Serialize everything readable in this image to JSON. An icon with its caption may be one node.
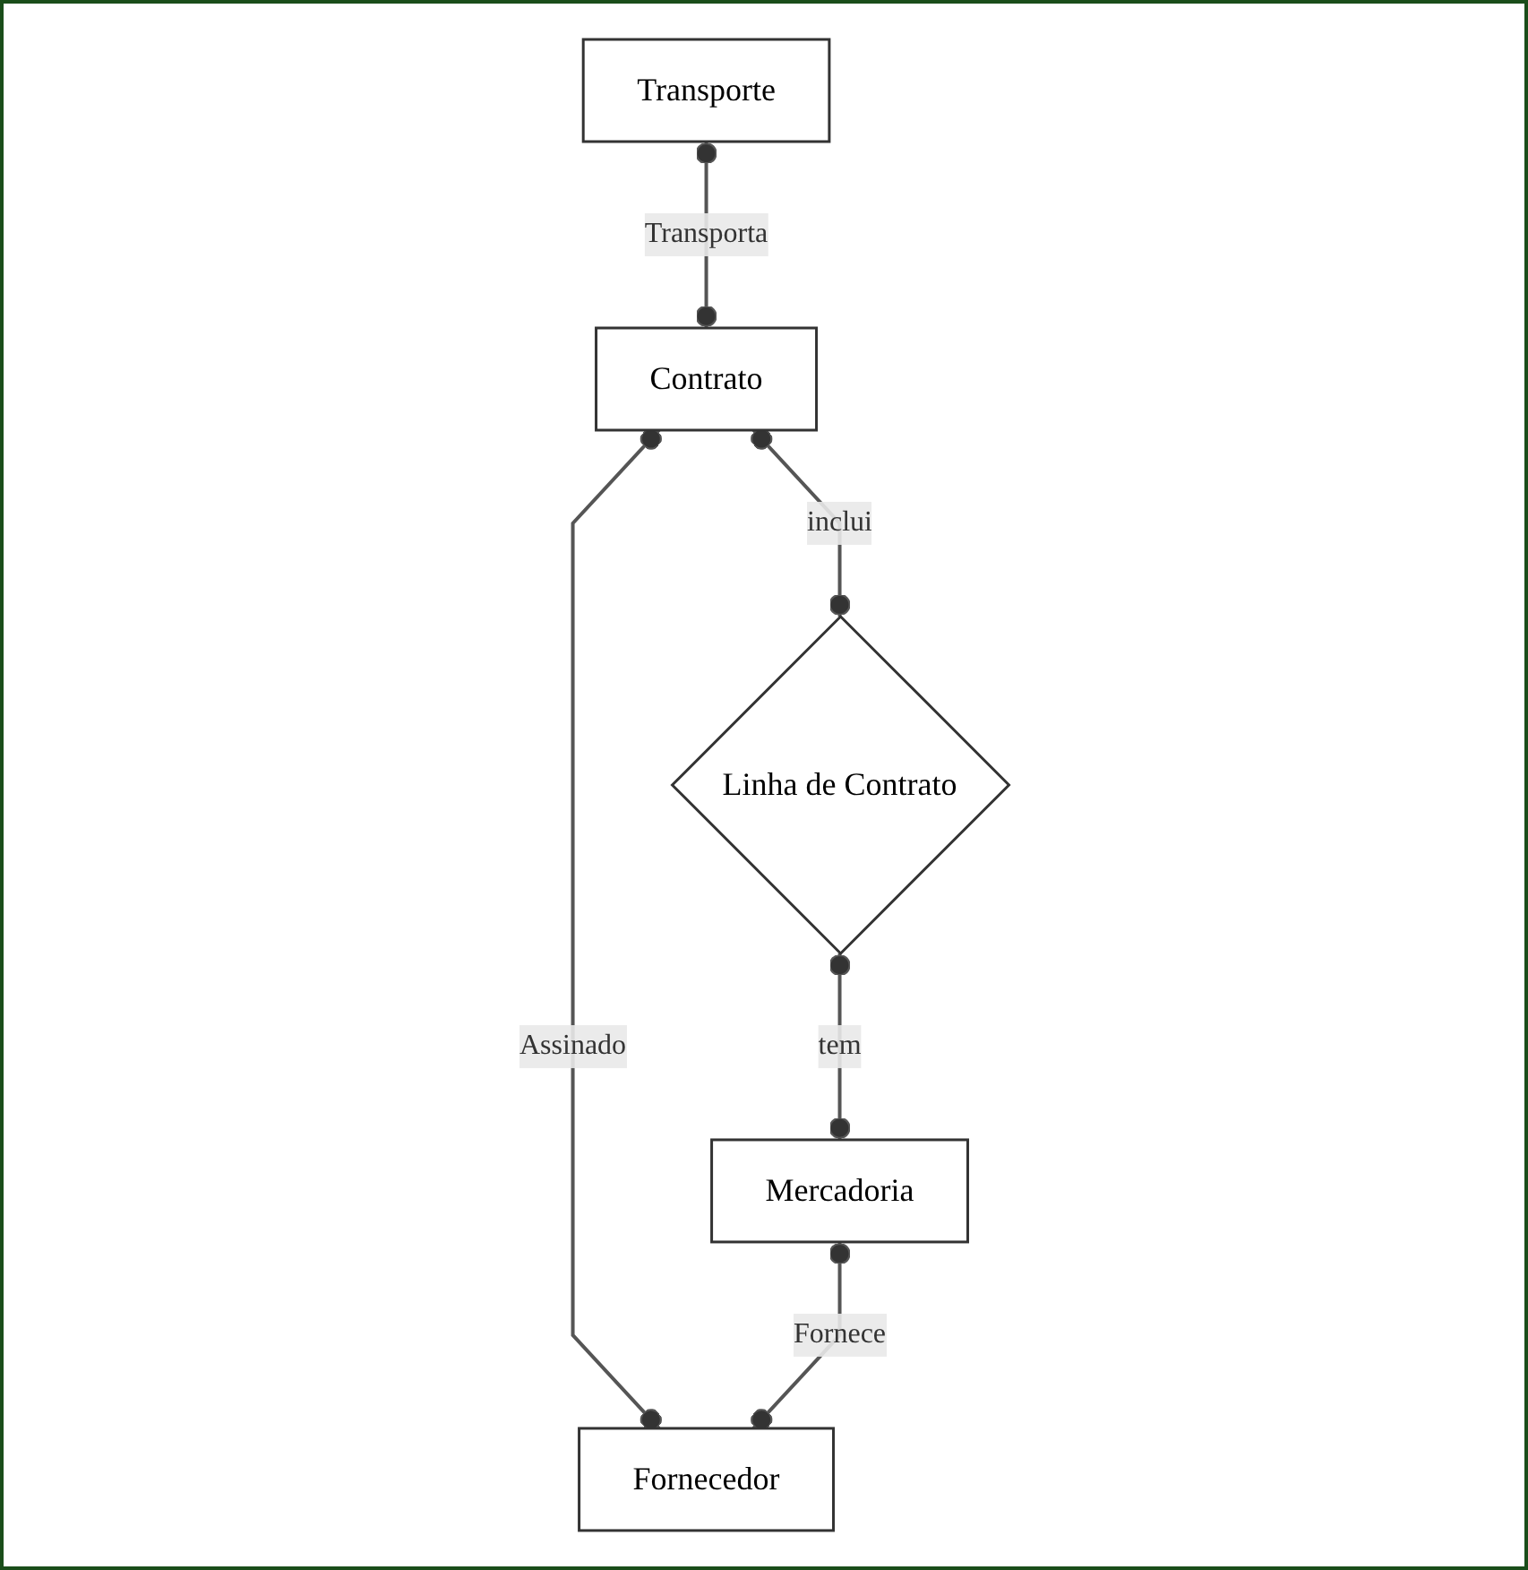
{
  "diagram": {
    "nodes": [
      {
        "text": [
          "Transporte"
        ]
      },
      {
        "text": [
          "Contrato"
        ]
      },
      {
        "text": [
          "Fornecedor"
        ]
      },
      {
        "text": [
          "Linha de Contrato"
        ]
      },
      {
        "text": [
          "Mercadoria"
        ]
      }
    ],
    "edges": [
      {
        "from": 0,
        "to": 1,
        "arrow": "other",
        "label": "Transporta"
      },
      {
        "from": 1,
        "to": 2,
        "arrow": "other",
        "label": "Assinado"
      },
      {
        "from": 1,
        "to": 3,
        "arrow": "other",
        "label": "inclui"
      },
      {
        "from": 3,
        "to": 4,
        "arrow": "other",
        "label": "tem"
      },
      {
        "from": 4,
        "to": 2,
        "arrow": "other",
        "label": "Fornece"
      }
    ]
  }
}
